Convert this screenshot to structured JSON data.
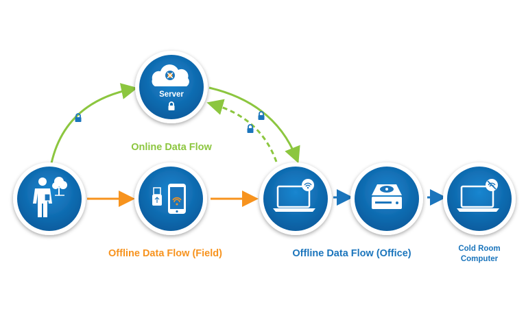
{
  "nodes": {
    "server": {
      "label": "Server",
      "icon": "cloud-server-icon"
    },
    "field_user": {
      "icon": "field-worker-icon"
    },
    "mobile_devices": {
      "icon": "usb-and-phone-icon"
    },
    "laptop": {
      "icon": "laptop-wifi-icon"
    },
    "hard_drive": {
      "icon": "hard-drive-icon"
    },
    "cold_room": {
      "label_line1": "Cold Room",
      "label_line2": "Computer",
      "icon": "laptop-no-wifi-icon"
    }
  },
  "flows": {
    "online": {
      "label": "Online Data Flow",
      "color": "#8cc63f"
    },
    "offline_field": {
      "label": "Offline Data Flow (Field)",
      "color": "#f7931e"
    },
    "offline_office": {
      "label": "Offline Data Flow (Office)",
      "color": "#1b75bc"
    }
  },
  "colors": {
    "node_fill": "#0e6fb8",
    "node_ring": "#ffffff",
    "node_shadow": "#9a9a9a",
    "server_fill": "#1378c2"
  },
  "lock_icon": "lock-icon"
}
